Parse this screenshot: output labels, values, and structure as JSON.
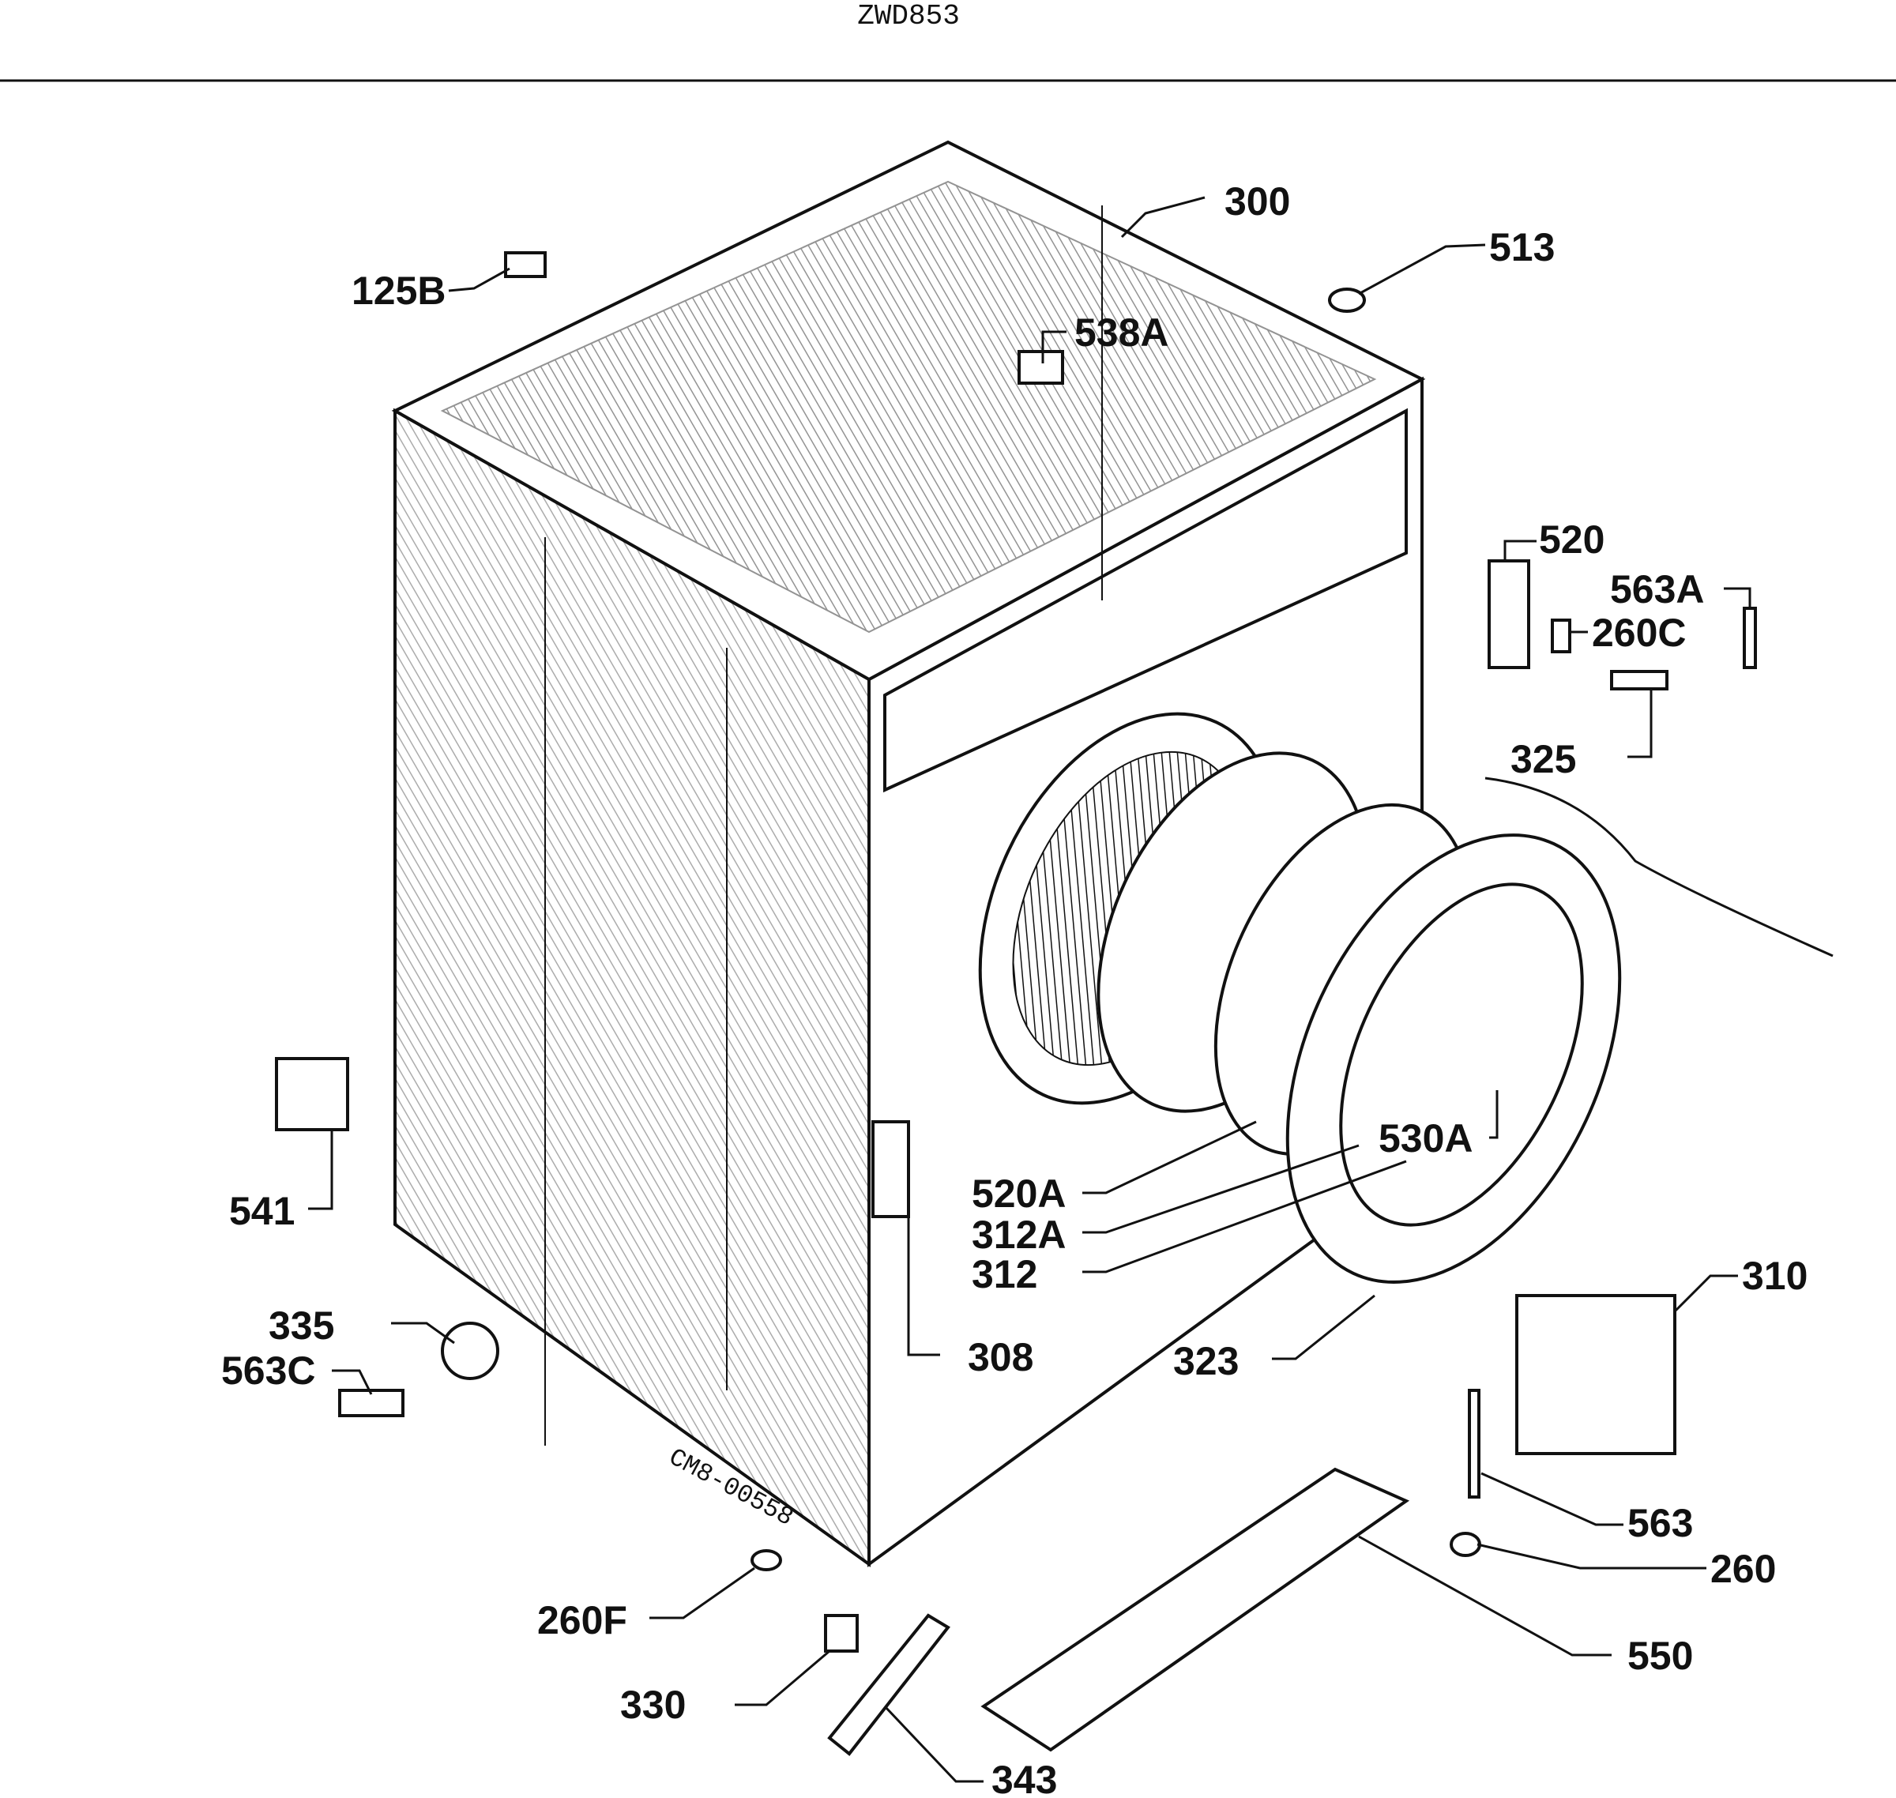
{
  "header": {
    "model": "ZWD853"
  },
  "stamp": "CM8-00558",
  "labels": {
    "l300": "300",
    "l513": "513",
    "l125b": "125B",
    "l538a": "538A",
    "l520": "520",
    "l563a": "563A",
    "l260c": "260C",
    "l325": "325",
    "l541": "541",
    "l520a": "520A",
    "l530a": "530A",
    "l312a": "312A",
    "l312": "312",
    "l308": "308",
    "l323": "323",
    "l310": "310",
    "l335": "335",
    "l563c": "563C",
    "l563": "563",
    "l260": "260",
    "l260f": "260F",
    "l550": "550",
    "l330": "330",
    "l343": "343"
  }
}
